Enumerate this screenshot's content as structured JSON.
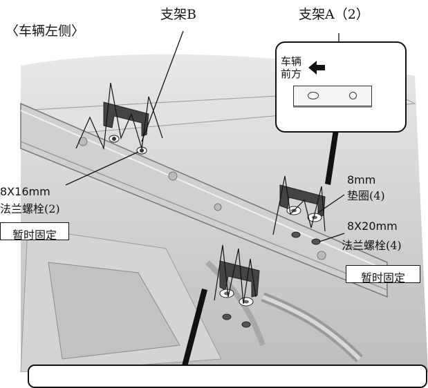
{
  "header": {
    "side_label": "〈车辆左侧〉",
    "bracket_b_label": "支架B",
    "bracket_a_label": "支架A（2）"
  },
  "inset": {
    "direction_line1": "车辆",
    "direction_line2": "前方"
  },
  "left_callout": {
    "size": "8X16mm",
    "name": "法兰螺栓(2)",
    "note": "暂时固定"
  },
  "right_callout": {
    "washer_size": "8mm",
    "washer_name": "垫圈(4)",
    "bolt_size": "8X20mm",
    "bolt_name": "法兰螺栓(4)",
    "note": "暂时固定"
  },
  "colors": {
    "frame": "#c9c9c9",
    "bracket": "#444444",
    "line": "#111111"
  }
}
